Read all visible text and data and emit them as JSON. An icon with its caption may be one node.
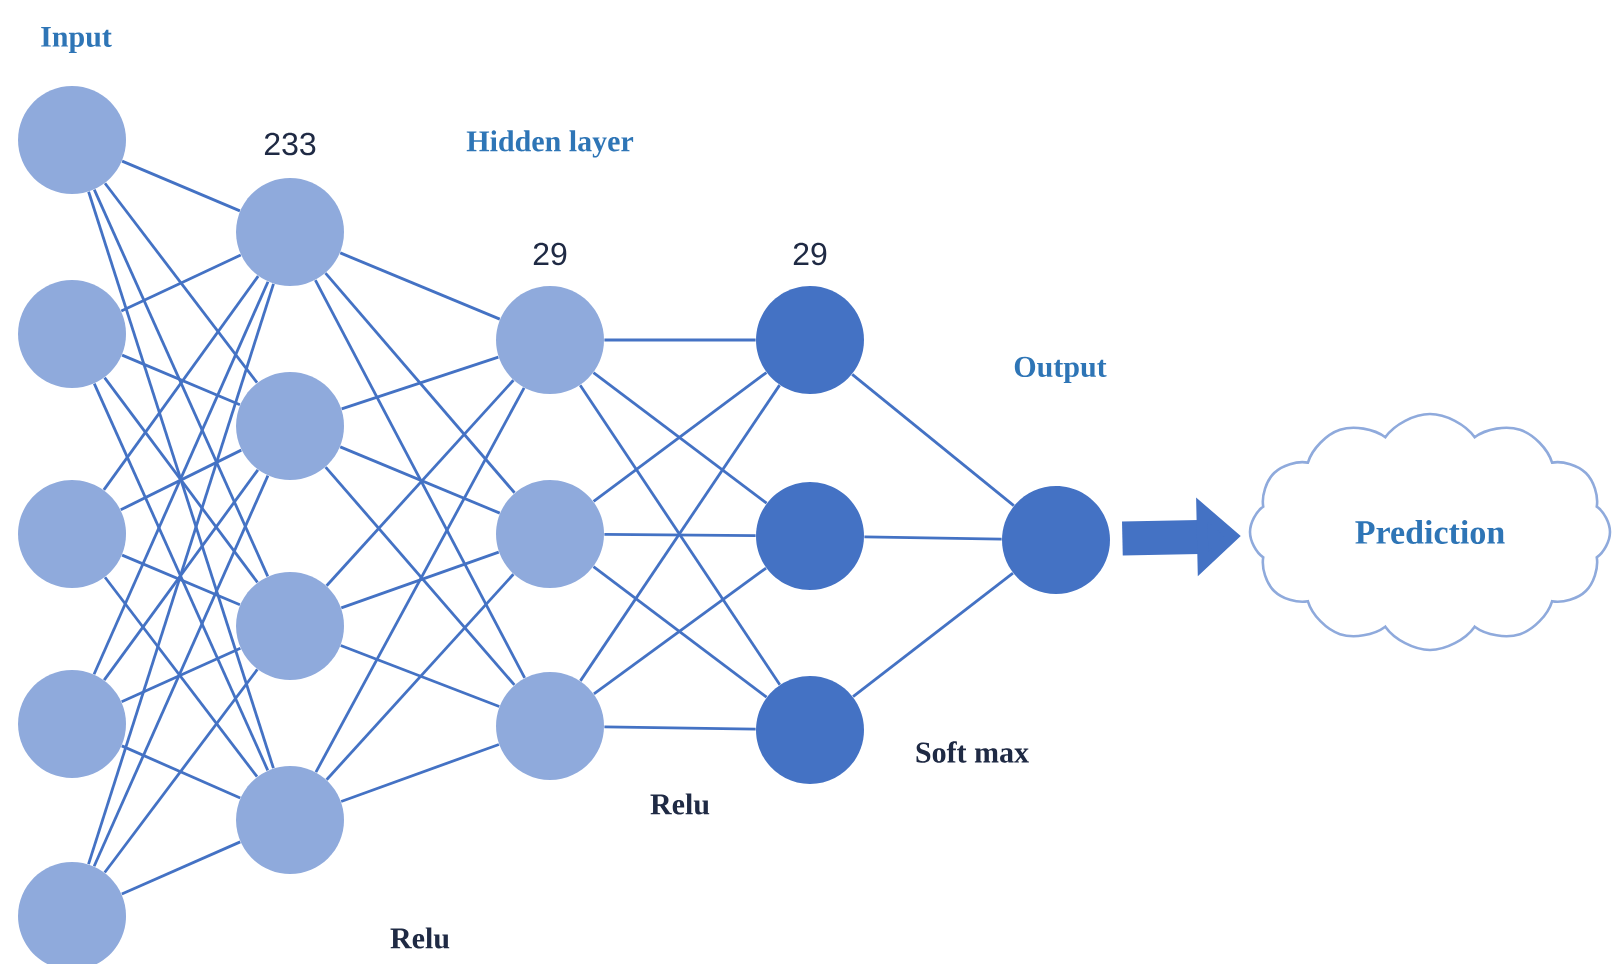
{
  "diagram": {
    "nodes": [
      {
        "text": [],
        "shape": "circle"
      },
      {
        "text": [],
        "shape": "circle"
      },
      {
        "text": [],
        "shape": "circle"
      },
      {
        "text": [],
        "shape": "circle"
      },
      {
        "text": [],
        "shape": "circle"
      },
      {
        "text": [],
        "shape": "circle"
      },
      {
        "text": [],
        "shape": "circle"
      },
      {
        "text": [],
        "shape": "circle"
      },
      {
        "text": [],
        "shape": "circle"
      },
      {
        "text": [],
        "shape": "circle"
      },
      {
        "text": [],
        "shape": "circle"
      },
      {
        "text": [],
        "shape": "circle"
      },
      {
        "text": [],
        "shape": "circle"
      },
      {
        "text": [],
        "shape": "circle"
      },
      {
        "text": [],
        "shape": "circle"
      },
      {
        "text": [],
        "shape": "circle"
      },
      {
        "text": [
          "Prediction"
        ]
      }
    ],
    "edges": [
      {
        "from": 0,
        "to": 5,
        "arrow": "none"
      },
      {
        "from": 0,
        "to": 6,
        "arrow": "none"
      },
      {
        "from": 0,
        "to": 7,
        "arrow": "none"
      },
      {
        "from": 0,
        "to": 8,
        "arrow": "none"
      },
      {
        "from": 1,
        "to": 5,
        "arrow": "none"
      },
      {
        "from": 1,
        "to": 6,
        "arrow": "none"
      },
      {
        "from": 1,
        "to": 7,
        "arrow": "none"
      },
      {
        "from": 1,
        "to": 8,
        "arrow": "none"
      },
      {
        "from": 2,
        "to": 5,
        "arrow": "none"
      },
      {
        "from": 2,
        "to": 6,
        "arrow": "none"
      },
      {
        "from": 2,
        "to": 7,
        "arrow": "none"
      },
      {
        "from": 2,
        "to": 8,
        "arrow": "none"
      },
      {
        "from": 3,
        "to": 5,
        "arrow": "none"
      },
      {
        "from": 3,
        "to": 6,
        "arrow": "none"
      },
      {
        "from": 3,
        "to": 7,
        "arrow": "none"
      },
      {
        "from": 3,
        "to": 8,
        "arrow": "none"
      },
      {
        "from": 4,
        "to": 5,
        "arrow": "none"
      },
      {
        "from": 4,
        "to": 6,
        "arrow": "none"
      },
      {
        "from": 4,
        "to": 7,
        "arrow": "none"
      },
      {
        "from": 4,
        "to": 8,
        "arrow": "none"
      },
      {
        "from": 5,
        "to": 9,
        "arrow": "none"
      },
      {
        "from": 5,
        "to": 10,
        "arrow": "none"
      },
      {
        "from": 5,
        "to": 11,
        "arrow": "none"
      },
      {
        "from": 6,
        "to": 9,
        "arrow": "none"
      },
      {
        "from": 6,
        "to": 10,
        "arrow": "none"
      },
      {
        "from": 6,
        "to": 11,
        "arrow": "none"
      },
      {
        "from": 7,
        "to": 9,
        "arrow": "none"
      },
      {
        "from": 7,
        "to": 10,
        "arrow": "none"
      },
      {
        "from": 7,
        "to": 11,
        "arrow": "none"
      },
      {
        "from": 8,
        "to": 9,
        "arrow": "none"
      },
      {
        "from": 8,
        "to": 10,
        "arrow": "none"
      },
      {
        "from": 8,
        "to": 11,
        "arrow": "none"
      },
      {
        "from": 9,
        "to": 12,
        "arrow": "none"
      },
      {
        "from": 9,
        "to": 13,
        "arrow": "none"
      },
      {
        "from": 9,
        "to": 14,
        "arrow": "none"
      },
      {
        "from": 10,
        "to": 12,
        "arrow": "none"
      },
      {
        "from": 10,
        "to": 13,
        "arrow": "none"
      },
      {
        "from": 10,
        "to": 14,
        "arrow": "none"
      },
      {
        "from": 11,
        "to": 12,
        "arrow": "none"
      },
      {
        "from": 11,
        "to": 13,
        "arrow": "none"
      },
      {
        "from": 11,
        "to": 14,
        "arrow": "none"
      },
      {
        "from": 12,
        "to": 15,
        "arrow": "none"
      },
      {
        "from": 13,
        "to": 15,
        "arrow": "none"
      },
      {
        "from": 14,
        "to": 15,
        "arrow": "none"
      },
      {
        "from": 15,
        "to": 16,
        "arrow": "to",
        "style": "thick"
      }
    ],
    "labels": [
      "Input",
      "233",
      "Hidden layer",
      "29",
      "29",
      "Output",
      "Soft max",
      "Relu",
      "Relu"
    ]
  }
}
